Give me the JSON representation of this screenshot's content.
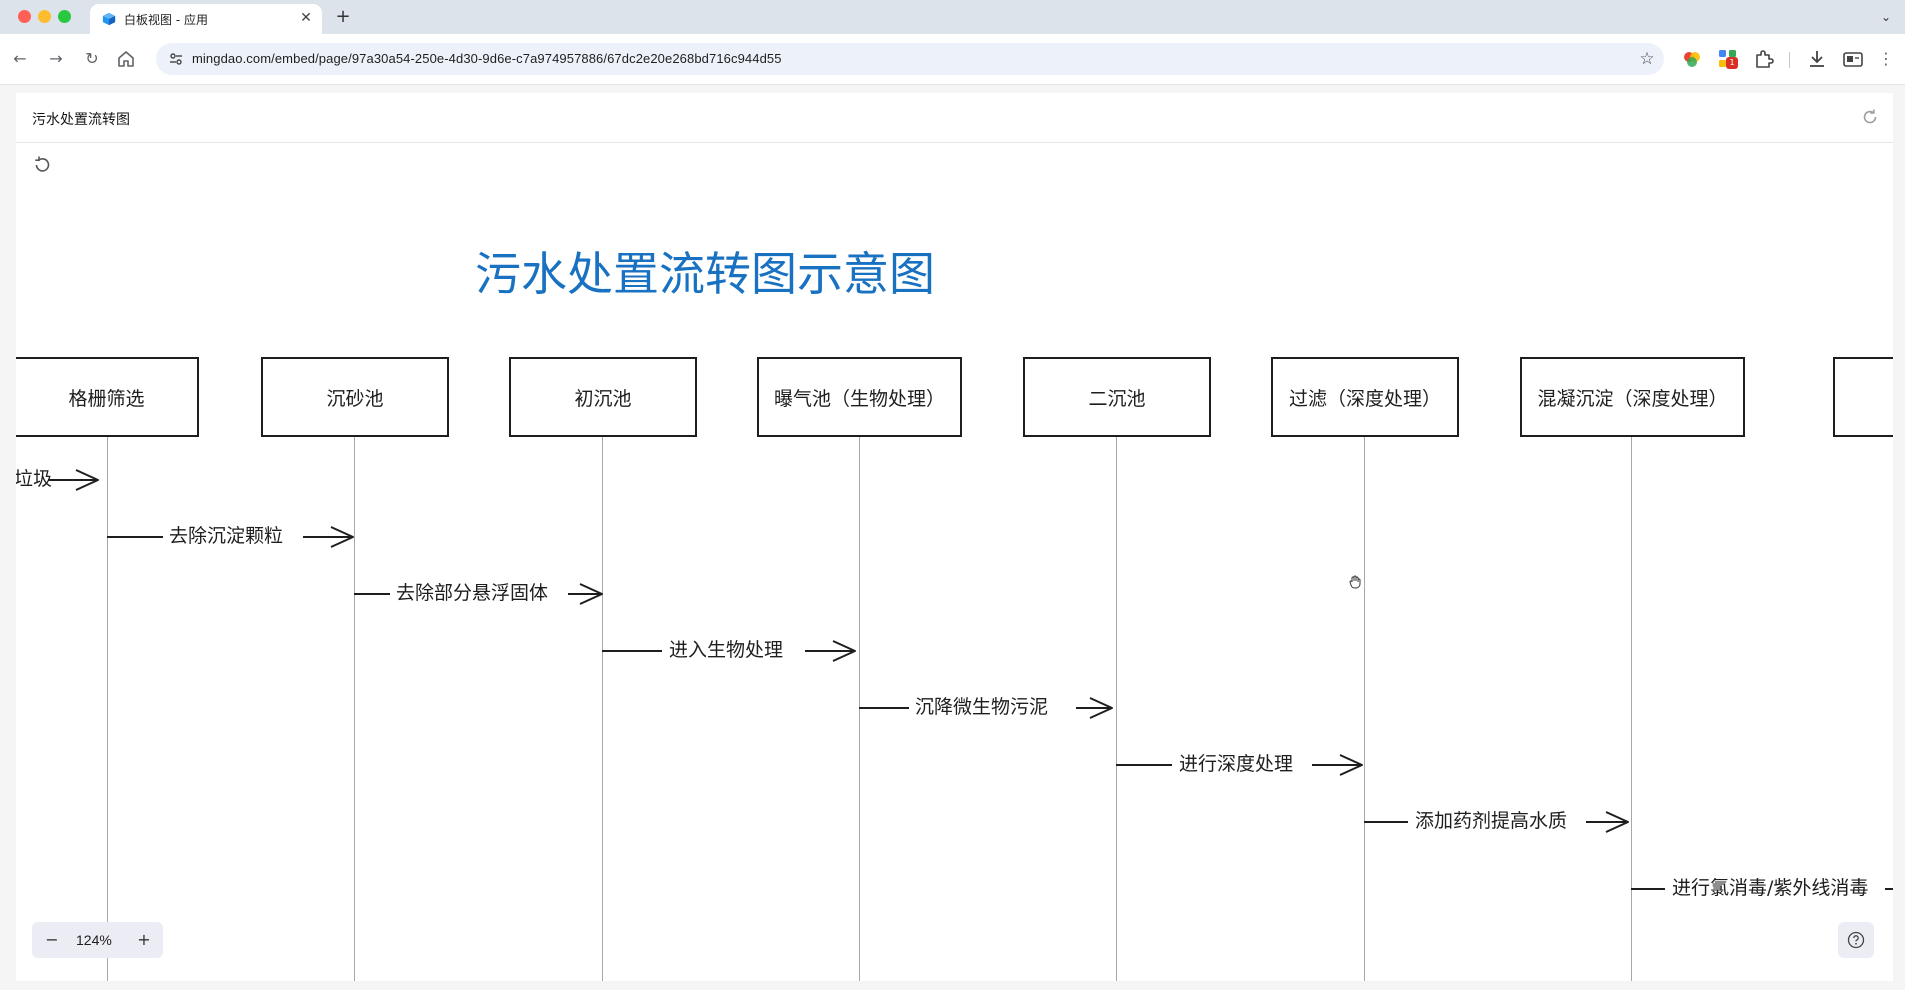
{
  "browser": {
    "tab_title": "白板视图 - 应用",
    "url": "mingdao.com/embed/page/97a30a54-250e-4d30-9d6e-c7a974957886/67dc2e20e268bd716c944d55",
    "extension_badge": "1"
  },
  "card": {
    "title": "污水处置流转图"
  },
  "diagram": {
    "title": "污水处置流转图示意图",
    "stages": [
      {
        "label": "格栅筛选"
      },
      {
        "label": "沉砂池"
      },
      {
        "label": "初沉池"
      },
      {
        "label": "曝气池（生物处理）"
      },
      {
        "label": "二沉池"
      },
      {
        "label": "过滤（深度处理）"
      },
      {
        "label": "混凝沉淀（深度处理）"
      },
      {
        "label": ""
      }
    ],
    "messages": [
      {
        "label": "垃圾"
      },
      {
        "label": "去除沉淀颗粒"
      },
      {
        "label": "去除部分悬浮固体"
      },
      {
        "label": "进入生物处理"
      },
      {
        "label": "沉降微生物污泥"
      },
      {
        "label": "进行深度处理"
      },
      {
        "label": "添加药剂提高水质"
      },
      {
        "label": "进行氯消毒/紫外线消毒"
      }
    ]
  },
  "zoom": {
    "minus": "−",
    "value": "124%",
    "plus": "+"
  },
  "icons": {
    "accent": "#1971c2",
    "stroke": "#1e1e1e"
  }
}
